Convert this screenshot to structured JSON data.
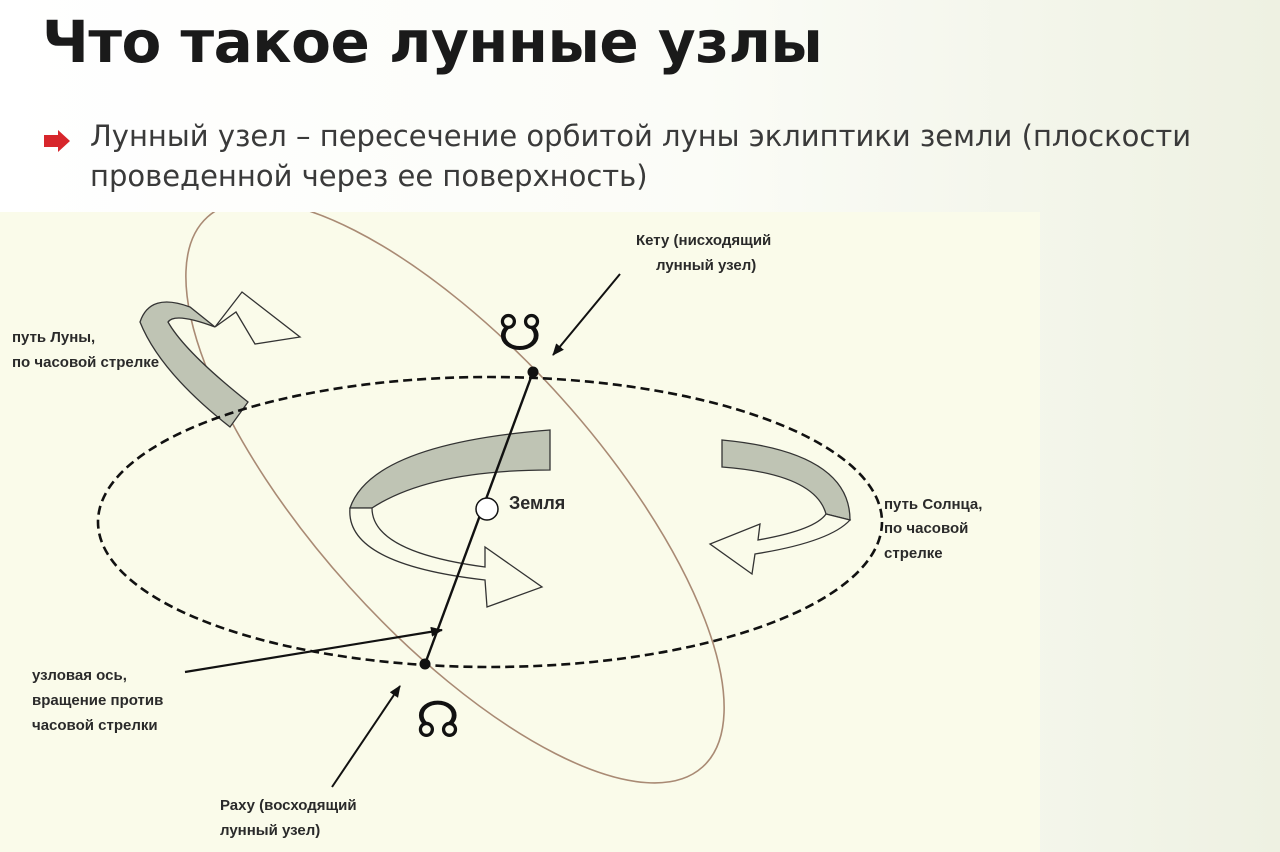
{
  "slide": {
    "title": "Что такое лунные узлы",
    "bullet": "Лунный узел – пересечение орбитой луны эклиптики земли (плоскости проведенной через ее поверхность)"
  },
  "diagram": {
    "ketu_label": [
      "Кету (нисходящий",
      "лунный узел)"
    ],
    "ketu_symbol": "☋",
    "moon_path_label": [
      "путь Луны,",
      "по часовой стрелке"
    ],
    "earth_label": "Земля",
    "sun_path_label": [
      "путь Солнца,",
      "по часовой",
      "стрелке"
    ],
    "axis_label": [
      "узловая ось,",
      "вращение против",
      "часовой стрелки"
    ],
    "rahu_symbol": "☊",
    "rahu_label": [
      "Раху (восходящий",
      "лунный узел)"
    ],
    "colors": {
      "ribbon_fill": "#bfc4b4",
      "moon_orbit": "#a98a74",
      "ink": "#111111",
      "accent": "#d7262b"
    }
  }
}
